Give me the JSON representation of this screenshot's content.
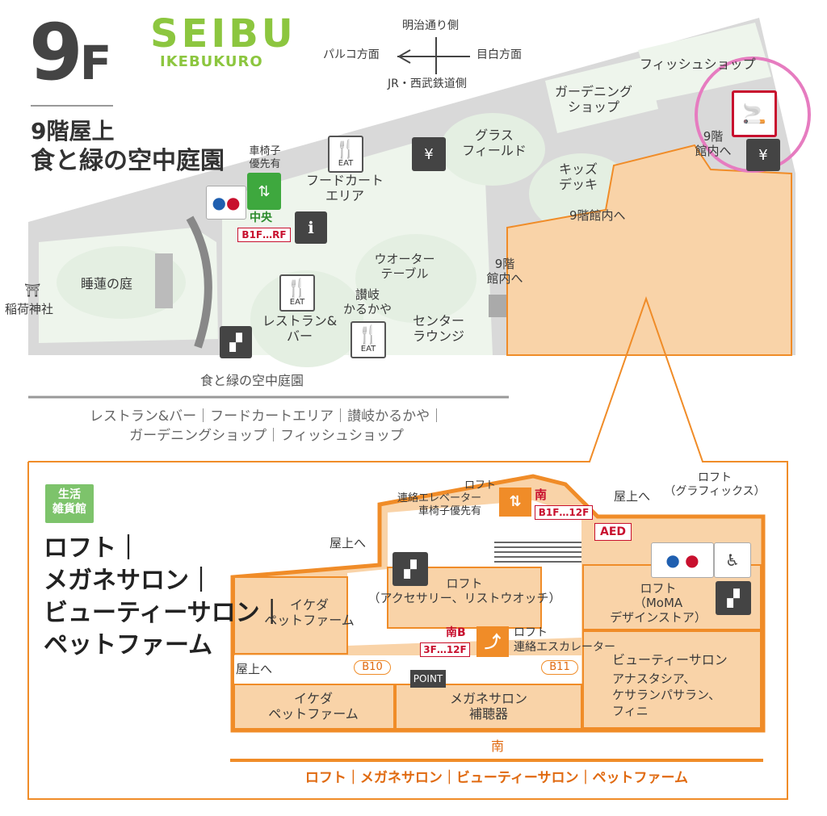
{
  "header": {
    "floor_number": "9",
    "floor_suffix": "F",
    "logo_main": "SEIBU",
    "logo_sub": "IKEBUKURO",
    "title_line1": "9階屋上",
    "title_line2": "食と緑の空中庭園"
  },
  "compass": {
    "north": "明治通り側",
    "west": "パルコ方面",
    "east": "目白方面",
    "south": "JR・西武鉄道側"
  },
  "rooftop": {
    "fish_shop": "フィッシュショップ",
    "gardening_shop_l1": "ガーデニング",
    "gardening_shop_l2": "ショップ",
    "grass_field_l1": "グラス",
    "grass_field_l2": "フィールド",
    "kids_deck_l1": "キッズ",
    "kids_deck_l2": "デッキ",
    "to_9f_inside_a": "9階館内へ",
    "to_9f_inside_b_l1": "9階",
    "to_9f_inside_b_l2": "館内へ",
    "to_9f_inside_c_l1": "9階",
    "to_9f_inside_c_l2": "館内へ",
    "wheelchair_priority_l1": "車椅子",
    "wheelchair_priority_l2": "優先有",
    "food_cart_l1": "フードカート",
    "food_cart_l2": "エリア",
    "central_elevator": "中央",
    "central_elevator_range": "B1F…RF",
    "water_table_l1": "ウオーター",
    "water_table_l2": "テーブル",
    "sanuki_l1": "讃岐",
    "sanuki_l2": "かるかや",
    "restaurant_bar_l1": "レストラン&",
    "restaurant_bar_l2": "バー",
    "center_lounge_l1": "センター",
    "center_lounge_l2": "ラウンジ",
    "lotus_garden": "睡蓮の庭",
    "shrine": "稲荷神社",
    "eat_label": "EAT",
    "section_title": "食と緑の空中庭園",
    "section_list_l1": "レストラン&バー｜フードカートエリア｜讃岐かるかや｜",
    "section_list_l2": "ガーデニングショップ｜フィッシュショップ"
  },
  "inset": {
    "badge_l1": "生活",
    "badge_l2": "雑貨館",
    "title_l1": "ロフト｜",
    "title_l2": "メガネサロン｜",
    "title_l3": "ビューティーサロン｜",
    "title_l4": "ペットファーム",
    "loft_elevator_l1": "ロフト",
    "loft_elevator_l2": "連絡エレベーター",
    "loft_elevator_l3": "車椅子優先有",
    "south_label": "南",
    "elevator_range": "B1F…12F",
    "to_rooftop_a": "屋上へ",
    "to_rooftop_b": "屋上へ",
    "to_rooftop_c": "屋上へ",
    "loft_graphics_l1": "ロフト",
    "loft_graphics_l2": "（グラフィックス）",
    "aed": "AED",
    "ikeda_pet_l1": "イケダ",
    "ikeda_pet_l2": "ペットファーム",
    "loft_accessory_l1": "ロフト",
    "loft_accessory_l2": "（アクセサリー、リストウオッチ）",
    "loft_moma_l1": "ロフト",
    "loft_moma_l2": "（MoMA",
    "loft_moma_l3": "デザインストア）",
    "escalator_south_b": "南B",
    "escalator_range": "3F…12F",
    "loft_escalator_l1": "ロフト",
    "loft_escalator_l2": "連絡エスカレーター",
    "beauty_salon": "ビューティーサロン",
    "beauty_brands_l1": "アナスタシア、",
    "beauty_brands_l2": "ケサランパサラン、",
    "beauty_brands_l3": "フィニ",
    "b10": "B10",
    "b11": "B11",
    "point": "POINT",
    "ikeda_pet2_l1": "イケダ",
    "ikeda_pet2_l2": "ペットファーム",
    "megane_l1": "メガネサロン",
    "megane_l2": "補聴器",
    "south_bottom": "南",
    "bottom_list": "ロフト｜メガネサロン｜ビューティーサロン｜ペットファーム"
  },
  "colors": {
    "green_brand": "#8cc63f",
    "orange": "#f08c28",
    "tenant_fill": "#f9d3a8",
    "rooftop_gray": "#d9d9d9",
    "garden_light": "#eef5ec",
    "highlight_pink": "#e67cc0",
    "red": "#c8102e"
  }
}
